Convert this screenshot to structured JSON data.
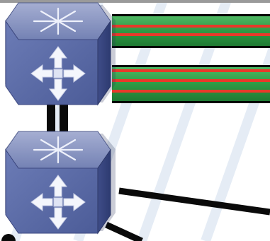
{
  "diagram": {
    "nodes": [
      {
        "id": "switch-top",
        "type": "multilayer-switch",
        "icons": [
          "star-burst-icon",
          "four-way-arrows-icon"
        ]
      },
      {
        "id": "switch-bottom",
        "type": "multilayer-switch",
        "icons": [
          "star-burst-icon",
          "four-way-arrows-icon"
        ]
      }
    ],
    "links": [
      {
        "from": "switch-top",
        "to": "bundle-upper",
        "kind": "striped-bundle",
        "stripes": 2
      },
      {
        "from": "switch-top",
        "to": "bundle-lower",
        "kind": "striped-bundle",
        "stripes": 3
      },
      {
        "from": "switch-top",
        "to": "switch-bottom",
        "kind": "double-cable"
      },
      {
        "from": "switch-bottom",
        "to": "offscreen-right",
        "kind": "cable"
      },
      {
        "from": "switch-bottom",
        "to": "offscreen-bottom",
        "kind": "cable"
      }
    ],
    "colors": {
      "switch_face": "#5d6fa8",
      "switch_top": "#8a95c0",
      "switch_side": "#3c4a82",
      "bundle_green": "#2e9a45",
      "bundle_red": "#e8392a",
      "cable": "#0a0a0a",
      "backdrop_line": "#dfe8f3",
      "top_rule": "#9a9a9a"
    }
  }
}
